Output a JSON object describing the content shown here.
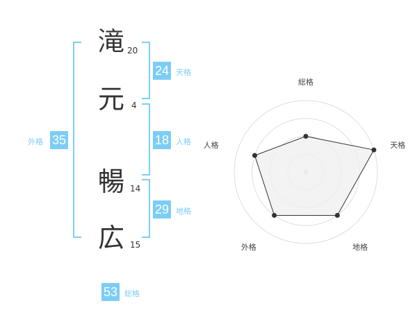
{
  "name": {
    "chars": [
      {
        "char": "滝",
        "strokes": "20"
      },
      {
        "char": "元",
        "strokes": "4"
      },
      {
        "char": "暢",
        "strokes": "14"
      },
      {
        "char": "広",
        "strokes": "15"
      }
    ]
  },
  "fortune": {
    "tenkaku": {
      "value": "24",
      "label": "天格"
    },
    "jinkaku": {
      "value": "18",
      "label": "人格"
    },
    "chikaku": {
      "value": "29",
      "label": "地格"
    },
    "gaikaku": {
      "value": "35",
      "label": "外格"
    },
    "soukaku": {
      "value": "53",
      "label": "総格"
    }
  },
  "radar": {
    "axes": [
      "総格",
      "天格",
      "地格",
      "外格",
      "人格"
    ],
    "values": [
      0.5,
      1.0,
      0.75,
      0.75,
      0.75
    ],
    "rings": 4
  },
  "colors": {
    "accent": "#7ccdf6",
    "text": "#333333",
    "radar_fill": "#f0f0f0",
    "radar_line": "#333333",
    "ring": "#dddddd"
  }
}
